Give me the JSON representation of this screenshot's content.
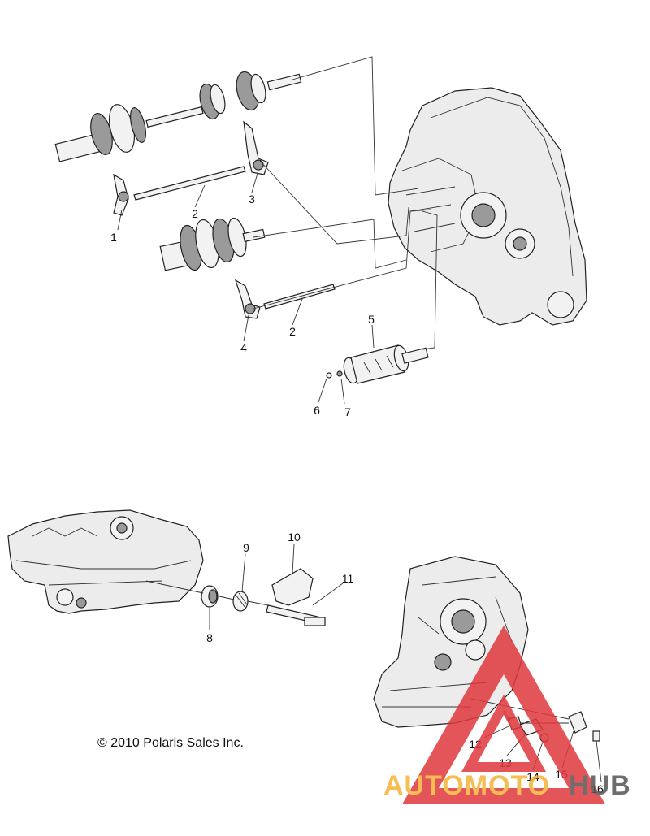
{
  "callouts": [
    {
      "id": "c1",
      "text": "1"
    },
    {
      "id": "c2a",
      "text": "2"
    },
    {
      "id": "c3",
      "text": "3"
    },
    {
      "id": "c4",
      "text": "4"
    },
    {
      "id": "c2b",
      "text": "2"
    },
    {
      "id": "c5",
      "text": "5"
    },
    {
      "id": "c6",
      "text": "6"
    },
    {
      "id": "c7",
      "text": "7"
    },
    {
      "id": "c8",
      "text": "8"
    },
    {
      "id": "c9",
      "text": "9"
    },
    {
      "id": "c10",
      "text": "10"
    },
    {
      "id": "c11",
      "text": "11"
    },
    {
      "id": "c12",
      "text": "12"
    },
    {
      "id": "c13",
      "text": "13"
    },
    {
      "id": "c14",
      "text": "14"
    },
    {
      "id": "c15",
      "text": "15"
    },
    {
      "id": "c16",
      "text": "16"
    }
  ],
  "copyright": "© 2010 Polaris Sales Inc.",
  "watermark": {
    "text_part1": "AUTOMOTO",
    "text_part2": "HUB",
    "color_part1": "#f5b335",
    "color_part2": "#555555",
    "triangle_color": "#e0383e"
  }
}
